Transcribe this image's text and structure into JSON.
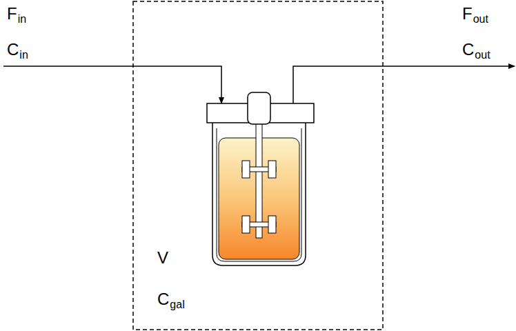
{
  "diagram": {
    "labels": [
      "F",
      "in",
      "C",
      "in",
      "F",
      "out",
      "C",
      "out",
      "V",
      "C",
      "gal"
    ]
  }
}
